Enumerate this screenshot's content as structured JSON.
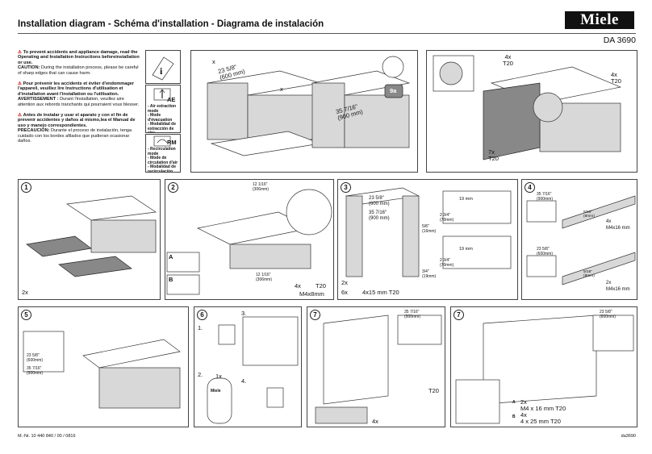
{
  "header": {
    "title": "Installation diagram  -  Schéma d'installation  -  Diagrama de instalación",
    "brand": "Miele",
    "model": "DA 3690"
  },
  "warnings": {
    "en_title": "To prevent accidents and appliance damage, read the Operating and Installation Instructions beforeinstallation or use.",
    "en_caution_label": "CAUTION:",
    "en_caution": " During the installation process, please be careful of sharp edges that can cause harm.",
    "fr_title": "Pour prévenir les accidents et éviter d'endommager l'appareil, veuillez lire Instructions d'utilisation et d'installation avant l'installation ou l'utilisation.",
    "fr_caution_label": "AVERTISSEMENT :",
    "fr_caution": " Durant l'installation, veuillez aire attention aux rebords tranchants qui pourraient vous blesser.",
    "es_title": "Antes de instalar y usar el aparato y con el fin de prevenir accidentes y daños al mismo,lea el Manual de uso y manejo correspondientes.",
    "es_caution_label": "PRECAUCIÓN:",
    "es_caution": " Durante el proceso de instalación, tenga cuidado con los bordes afilados que pudieran ocasionar daños."
  },
  "modes": {
    "ae_code": "AE",
    "ae_text": "- Air extraction mode\n- Mode d'évacuation\n- Modalidad de extracción de aire",
    "rm_code": "RM",
    "rm_text": "- Recirculation mode\n- Mode de circulation d'air\n- Modalidad de recirculación"
  },
  "overview": {
    "dim_width": "23 5/8\"\n(600 mm)",
    "dim_depth": "35 7/16\"\n(900 mm)",
    "x_label": "x",
    "step_ref": "9a",
    "screws_4x_a": "4x\nT20",
    "screws_4x_b": "4x\nT20",
    "screws_7x": "7x\nT20"
  },
  "steps": {
    "s1": {
      "num": "1",
      "qty": "2x"
    },
    "s2": {
      "num": "2",
      "dim_top": "12 1/16\"\n(306mm)",
      "dim_bottom": "12 1/16\"\n(306mm)",
      "opt_a": "A",
      "opt_b": "B",
      "screws": "4x",
      "screw_type": "T20",
      "screw_size": "M4x8mm"
    },
    "s3": {
      "num": "3",
      "dim_w": "23 5/8\"\n(600 mm)",
      "dim_d": "35 7/16\"\n(900 mm)",
      "dim_a": "2 3/4\"\n(70mm)",
      "dim_b": "19 mm",
      "dim_c": "2 3/4\"\n(70mm)",
      "dim_d2": "19 mm",
      "dim_e": "5/8\"\n(16mm)",
      "dim_f": "3/4\"\n(19mm)",
      "qty": "2x",
      "screws": "6x",
      "screw_spec": "4x15 mm T20"
    },
    "s4": {
      "num": "4",
      "dim_top": "35 7/16\"\n(900mm)",
      "dim_bottom": "23 5/8\"\n(600mm)",
      "dim_side_a": "5/16\"\n(8mm)",
      "dim_side_b": "5/16\"\n(8mm)",
      "screws_a": "4x",
      "spec_a": "M4x16 mm",
      "screws_b": "2x",
      "spec_b": "M4x16 mm"
    },
    "s5": {
      "num": "5",
      "dim_a": "23 5/8\"\n(600mm)",
      "dim_b": "35 7/16\"\n(900mm)"
    },
    "s6": {
      "num": "6",
      "sub1": "1.",
      "sub2": "2.",
      "sub3": "3.",
      "sub4": "4.",
      "qty": "1x",
      "remote_brand": "Miele"
    },
    "s7a": {
      "num": "7",
      "dim": "35 7/16\"\n(900mm)",
      "qty": "4x",
      "screw_type": "T20"
    },
    "s7b": {
      "num": "7",
      "dim": "23 5/8\"\n(600mm)",
      "a_qty": "2x",
      "a_spec": "M4 x 16 mm T20",
      "b_qty": "4x",
      "b_spec": "4 x 25 mm T20",
      "opt_a": "A",
      "opt_b": "B"
    }
  },
  "footer": {
    "mno": "M.-Nr. 10 440 840 / 00 / 0816",
    "code": "da3690"
  }
}
